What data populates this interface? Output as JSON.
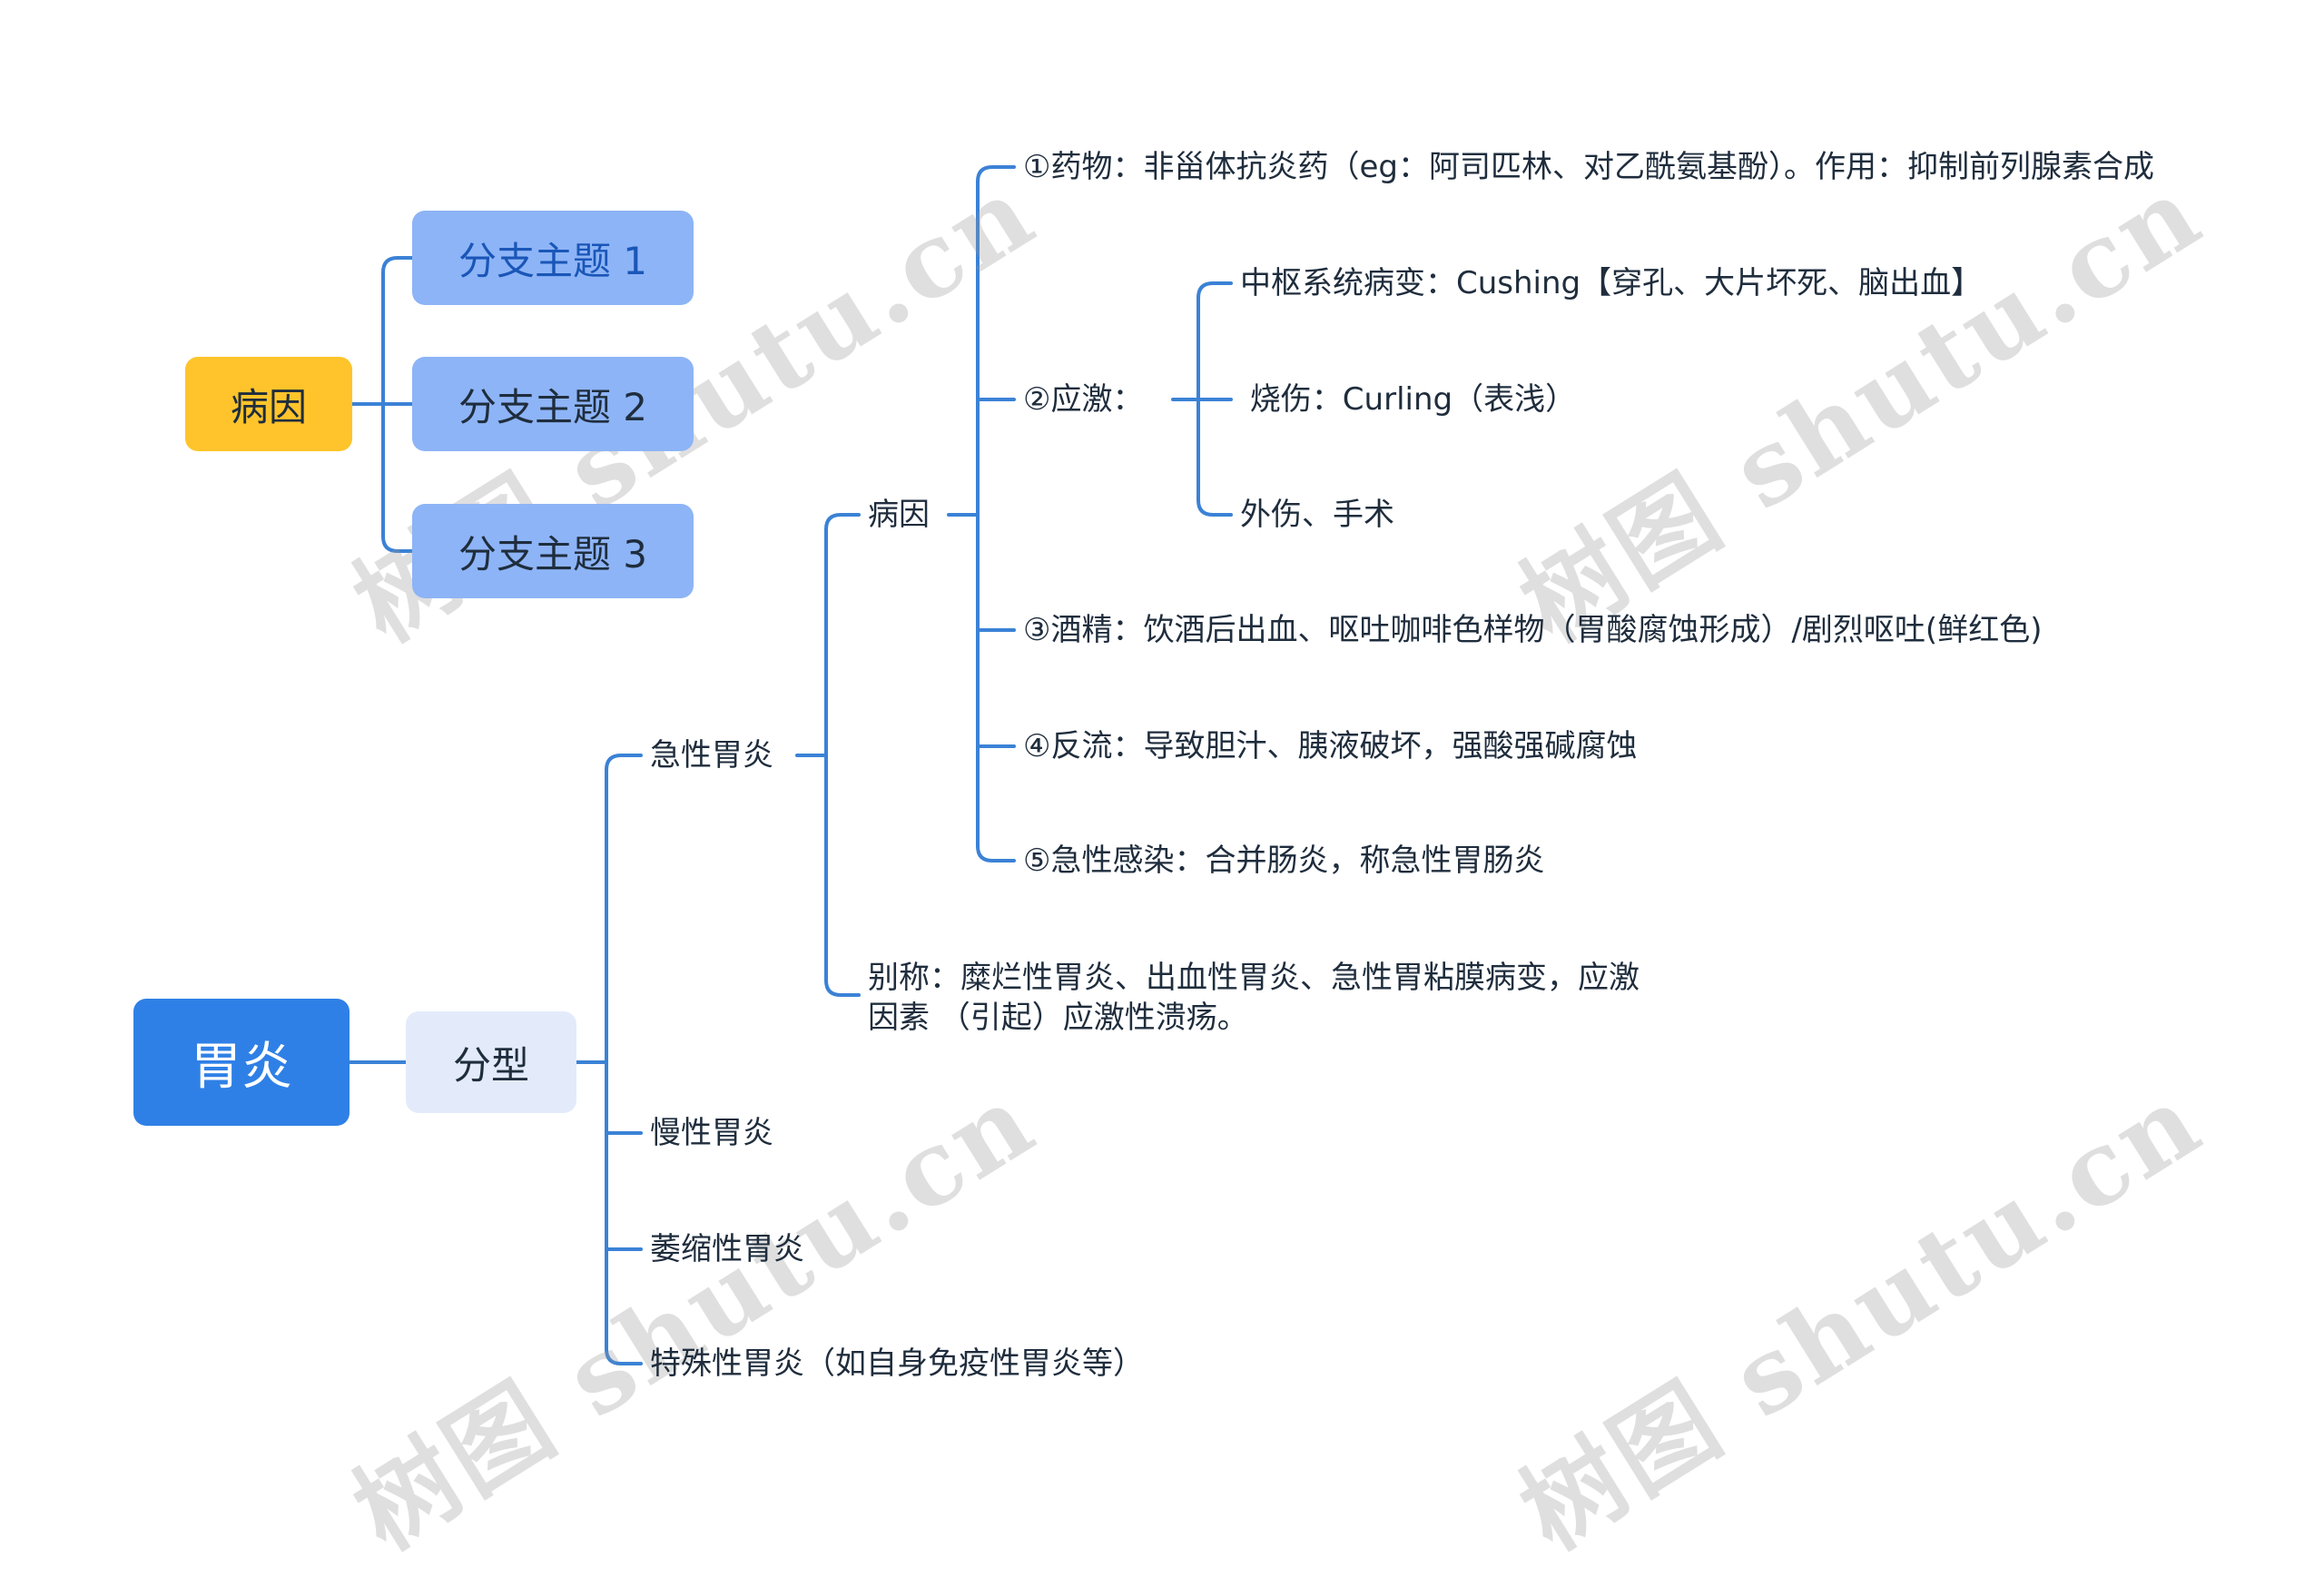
{
  "colors": {
    "connector": "#3b82d6",
    "root_fill": "#2f80e6",
    "sub_fill": "#e3ebfb",
    "legend_fill": "#ffc42b",
    "branch_fill": "#8db4f6",
    "text": "#1f2d3d"
  },
  "watermark": "树图 shutu.cn",
  "legend": {
    "root": "病因",
    "branches": [
      "分支主题 1",
      "分支主题 2",
      "分支主题 3"
    ]
  },
  "root": "胃炎",
  "level1": "分型",
  "types": {
    "acute": "急性胃炎",
    "chronic": "慢性胃炎",
    "atrophic": "萎缩性胃炎",
    "special": "特殊性胃炎（如自身免疫性胃炎等）"
  },
  "acute": {
    "cause_label": "病因",
    "causes": {
      "drug": "①药物：非甾体抗炎药（eg：阿司匹林、对乙酰氨基酚）。作用：抑制前列腺素合成",
      "stress": "②应激：",
      "alcohol": "③酒精：饮酒后出血、呕吐咖啡色样物（胃酸腐蚀形成）/剧烈呕吐(鲜红色)",
      "reflux": "④反流：导致胆汁、胰液破坏，强酸强碱腐蚀",
      "infection": "⑤急性感染：合并肠炎，称急性胃肠炎"
    },
    "stress_items": [
      "中枢系统病变：Cushing【穿孔、大片坏死、脑出血】",
      " 烧伤：Curling（表浅）",
      "外伤、手术"
    ],
    "alias_line1": "别称：糜烂性胃炎、出血性胃炎、急性胃粘膜病变，应激",
    "alias_line2": "因素 （引起）应激性溃疡。"
  }
}
